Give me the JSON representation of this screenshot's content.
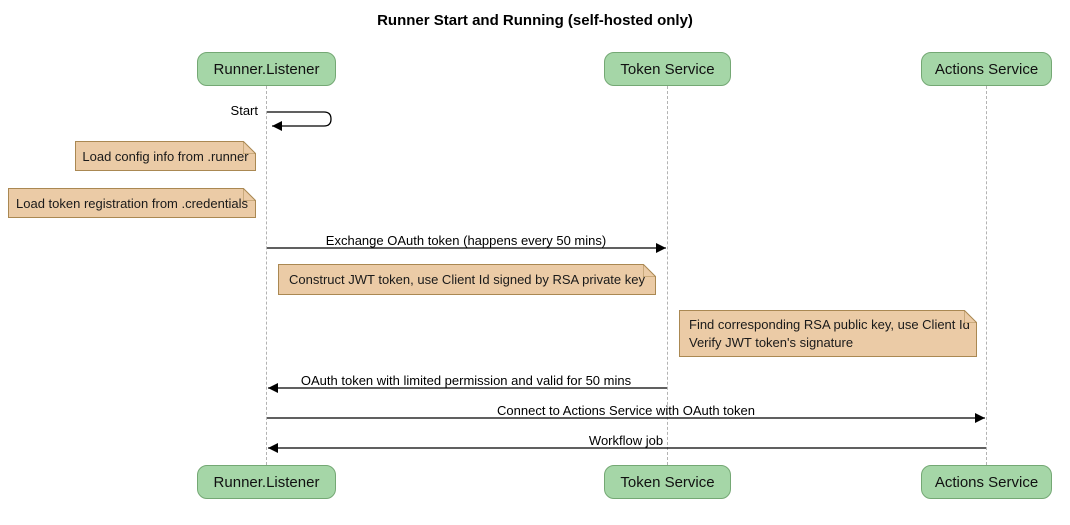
{
  "title": "Runner Start and Running (self-hosted only)",
  "participants": [
    {
      "name": "Runner.Listener"
    },
    {
      "name": "Token Service"
    },
    {
      "name": "Actions Service"
    }
  ],
  "messages": [
    {
      "label": "Start",
      "from": "Runner.Listener",
      "to": "Runner.Listener",
      "type": "self"
    },
    {
      "label": "Exchange OAuth token (happens every 50 mins)",
      "from": "Runner.Listener",
      "to": "Token Service",
      "type": "solid-arrow"
    },
    {
      "label": "OAuth token with limited permission and valid for 50 mins",
      "from": "Token Service",
      "to": "Runner.Listener",
      "type": "solid-arrow"
    },
    {
      "label": "Connect to Actions Service with OAuth token",
      "from": "Runner.Listener",
      "to": "Actions Service",
      "type": "solid-arrow"
    },
    {
      "label": "Workflow job",
      "from": "Actions Service",
      "to": "Runner.Listener",
      "type": "solid-arrow"
    }
  ],
  "notes": [
    {
      "text": "Load config info from .runner",
      "position": "left of Runner.Listener"
    },
    {
      "text": "Load token registration from .credentials",
      "position": "left of Runner.Listener"
    },
    {
      "text": "Construct JWT token, use Client Id signed by RSA private key",
      "position": "between Runner.Listener and Token Service"
    },
    {
      "lines": [
        "Find corresponding RSA public key, use Client Id",
        "Verify JWT token's signature"
      ],
      "position": "left of Actions Service"
    }
  ],
  "colors": {
    "actor_fill": "#a5d6a7",
    "actor_border": "#74a874",
    "note_fill": "#ebcba6",
    "note_border": "#aa8852",
    "lifeline_color": "#b3b3b3",
    "message_color": "#000000",
    "background": "#ffffff"
  }
}
